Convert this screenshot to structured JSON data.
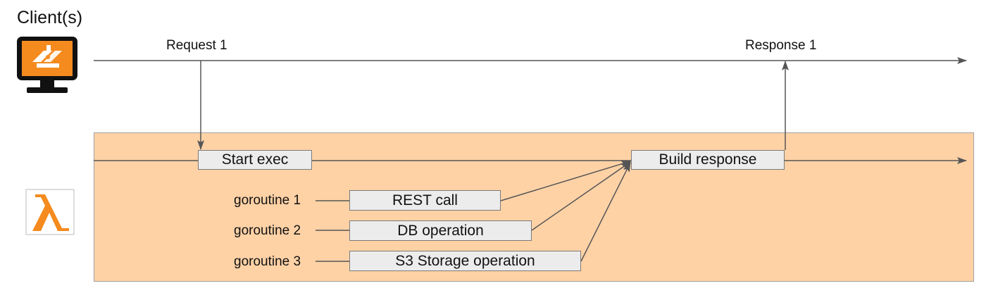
{
  "clients": {
    "title": "Client(s)"
  },
  "messages": {
    "request": "Request 1",
    "response": "Response 1"
  },
  "lambda": {
    "start_exec": "Start exec",
    "build_response": "Build response"
  },
  "goroutines": [
    {
      "label": "goroutine 1",
      "task": "REST call"
    },
    {
      "label": "goroutine 2",
      "task": "DB operation"
    },
    {
      "label": "goroutine 3",
      "task": "S3 Storage operation"
    }
  ],
  "colors": {
    "lambda_region": "#ffd2a6",
    "box_fill": "#ececec",
    "icon_orange": "#f58b1f",
    "line": "#555555"
  },
  "icons": {
    "client": "monitor-icon",
    "function": "lambda-icon"
  }
}
